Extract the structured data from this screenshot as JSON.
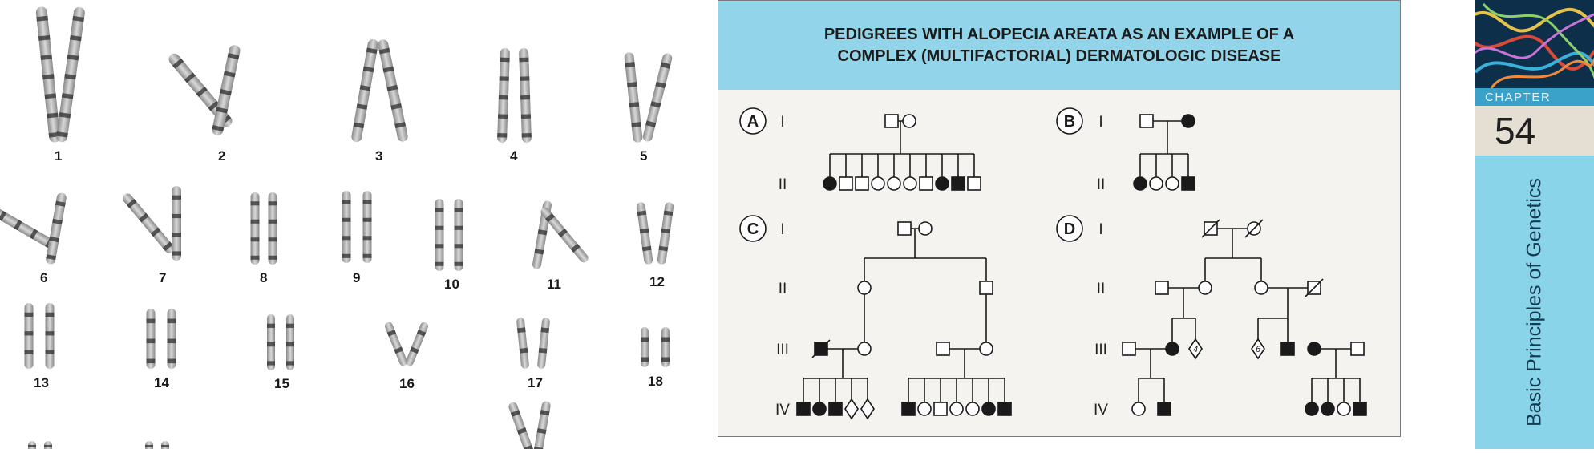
{
  "karyotype": {
    "labels": [
      "1",
      "2",
      "3",
      "4",
      "5",
      "6",
      "7",
      "8",
      "9",
      "10",
      "11",
      "12",
      "13",
      "14",
      "15",
      "16",
      "17",
      "18"
    ]
  },
  "panel": {
    "title_line1": "PEDIGREES WITH ALOPECIA AREATA AS AN EXAMPLE OF A",
    "title_line2": "COMPLEX (MULTIFACTORIAL) DERMATOLOGIC DISEASE",
    "header_color": "#92d5ea",
    "panel_labels": [
      "A",
      "B",
      "C",
      "D"
    ],
    "generation_labels": [
      "I",
      "II",
      "III",
      "IV"
    ],
    "diamond_numbers": [
      "4",
      "6"
    ]
  },
  "sidebar": {
    "chapter_label": "CHAPTER",
    "chapter_number": "54",
    "title": "Basic Principles of Genetics",
    "accent_color": "#3aa1c8",
    "title_band_color": "#8ad4ea"
  }
}
